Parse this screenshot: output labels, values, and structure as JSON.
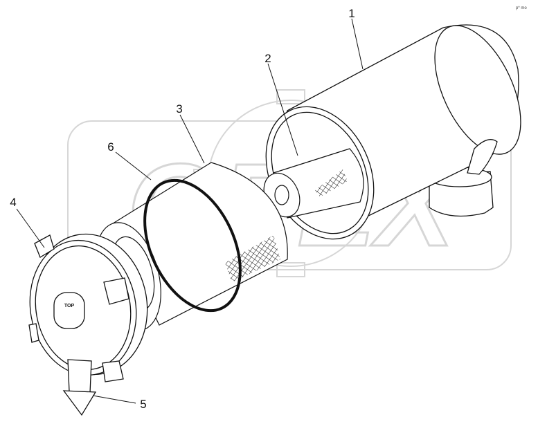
{
  "diagram": {
    "watermark": "OPEX",
    "corner_mark": "p* mo",
    "cover_text": "TOP",
    "callouts": [
      {
        "id": "1",
        "label": "1"
      },
      {
        "id": "2",
        "label": "2"
      },
      {
        "id": "3",
        "label": "3"
      },
      {
        "id": "4",
        "label": "4"
      },
      {
        "id": "5",
        "label": "5"
      },
      {
        "id": "6",
        "label": "6"
      }
    ]
  },
  "colors": {
    "line": "#111111",
    "watermark": "#d8d8d8",
    "background": "#ffffff"
  }
}
